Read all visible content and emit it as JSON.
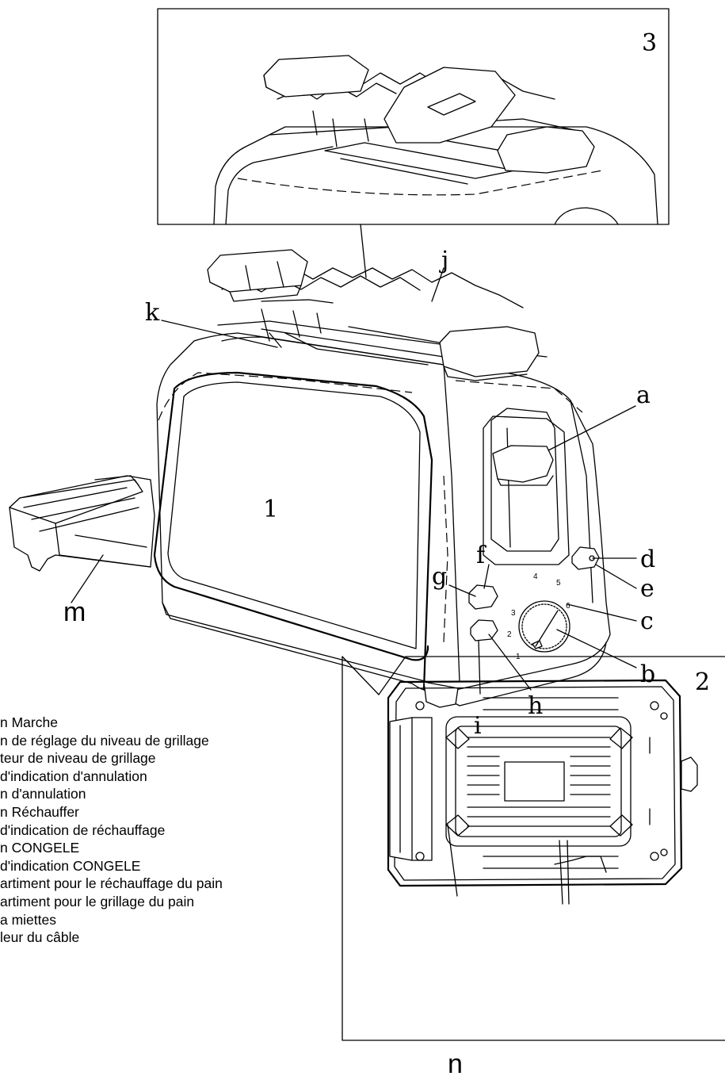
{
  "figure_numbers": {
    "main": "1",
    "bottom_view": "2",
    "top_detail": "3"
  },
  "part_labels": {
    "a": "a",
    "b": "b",
    "c": "c",
    "d": "d",
    "e": "e",
    "f": "f",
    "g": "g",
    "h": "h",
    "i": "i",
    "j": "j",
    "k": "k",
    "m": "m",
    "n": "n"
  },
  "dial_numbers": [
    "1",
    "2",
    "3",
    "4",
    "5",
    "6"
  ],
  "legend": [
    "n Marche",
    "n de réglage du niveau de grillage",
    "teur de niveau de grillage",
    " d'indication d'annulation",
    "n d'annulation",
    "n Réchauffer",
    " d'indication de réchauffage",
    "n CONGELE",
    "d'indication CONGELE",
    "artiment pour le réchauffage du pain",
    "artiment pour le grillage du pain",
    "a miettes",
    "leur du câble"
  ]
}
